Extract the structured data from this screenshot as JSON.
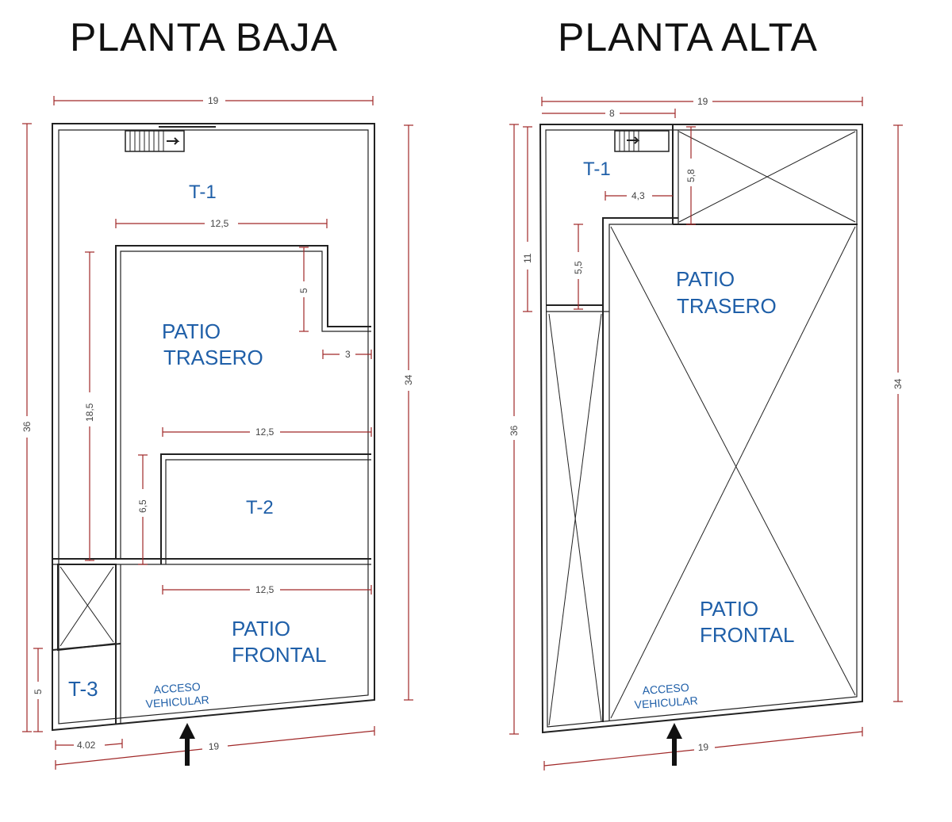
{
  "titles": {
    "ground_floor": "PLANTA BAJA",
    "upper_floor": "PLANTA ALTA"
  },
  "ground": {
    "rooms": {
      "t1": "T-1",
      "t2": "T-2",
      "t3": "T-3",
      "patio_trasero_1": "PATIO",
      "patio_trasero_2": "TRASERO",
      "patio_frontal_1": "PATIO",
      "patio_frontal_2": "FRONTAL",
      "acceso_1": "ACCESO",
      "acceso_2": "VEHICULAR"
    },
    "dims": {
      "top": "19",
      "left": "36",
      "right": "34",
      "t1_width": "12,5",
      "notch_h": "5",
      "notch_w": "3",
      "patio_h": "18,5",
      "t2_top": "12,5",
      "t2_h": "6,5",
      "frontal_w": "12,5",
      "t3_h": "5",
      "t3_w": "4.02",
      "bottom": "19"
    }
  },
  "upper": {
    "rooms": {
      "t1": "T-1",
      "patio_trasero_1": "PATIO",
      "patio_trasero_2": "TRASERO",
      "patio_frontal_1": "PATIO",
      "patio_frontal_2": "FRONTAL",
      "acceso_1": "ACCESO",
      "acceso_2": "VEHICULAR"
    },
    "dims": {
      "top": "19",
      "top_left": "8",
      "void_h": "5,8",
      "t1_w": "4,3",
      "left_inner": "11",
      "t1_h": "5,5",
      "left": "36",
      "right": "34",
      "bottom": "19"
    }
  }
}
